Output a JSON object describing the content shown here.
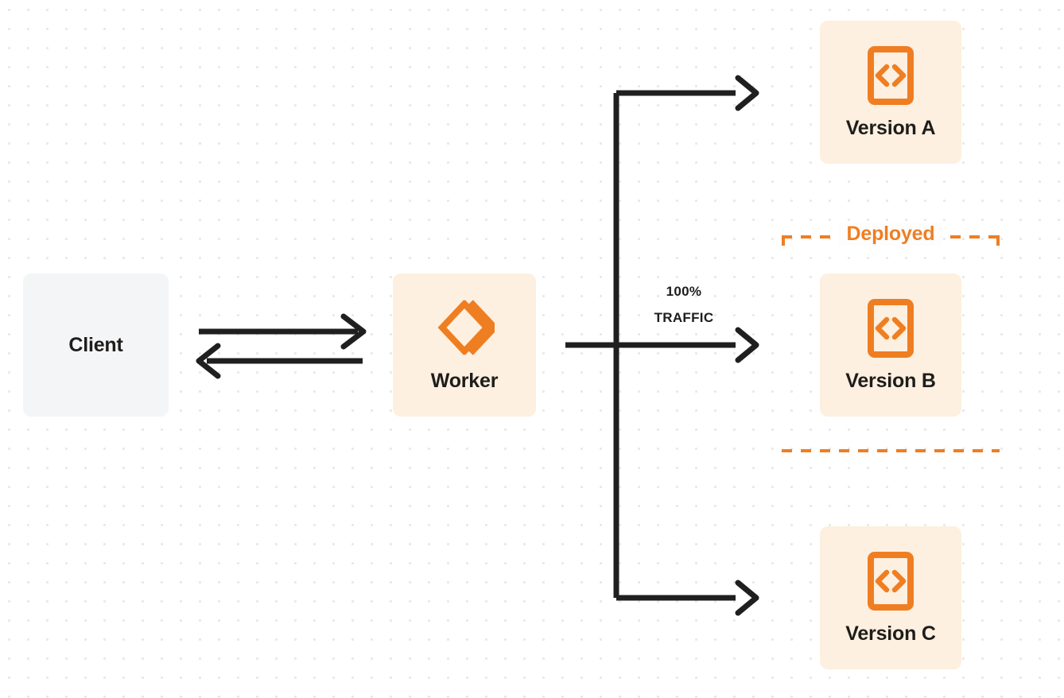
{
  "diagram": {
    "title": "Worker version traffic routing",
    "background": {
      "style": "dot-grid",
      "dot_color": "#e8e8e8",
      "page_color": "#ffffff"
    },
    "colors": {
      "orange": "#ef7e22",
      "orange_tint": "#fdf0e0",
      "gray_tint": "#f4f5f6",
      "text_dark": "#1f1d1b",
      "line_dark": "#1f1f1f"
    }
  },
  "nodes": {
    "client": {
      "label": "Client",
      "fill": "#f4f5f6",
      "icon": null
    },
    "worker": {
      "label": "Worker",
      "fill": "#fdf0e0",
      "icon": "cloudflare-workers-logo"
    },
    "version_a": {
      "label": "Version A",
      "fill": "#fdf0e0",
      "icon": "code-file-icon"
    },
    "version_b": {
      "label": "Version B",
      "fill": "#fdf0e0",
      "icon": "code-file-icon"
    },
    "version_c": {
      "label": "Version C",
      "fill": "#fdf0e0",
      "icon": "code-file-icon"
    }
  },
  "group": {
    "deployed": {
      "label": "Deployed",
      "border_style": "dashed",
      "border_color": "#ef7e22",
      "contains": "Version B"
    }
  },
  "connectors": {
    "client_to_worker": {
      "direction": "right",
      "style": "solid-arrow"
    },
    "worker_to_client": {
      "direction": "left",
      "style": "solid-arrow"
    },
    "worker_to_versions": {
      "style": "branching-solid-arrow",
      "targets": [
        "Version A",
        "Version B",
        "Version C"
      ]
    }
  },
  "labels": {
    "traffic_percent": "100%",
    "traffic_word": "TRAFFIC"
  }
}
